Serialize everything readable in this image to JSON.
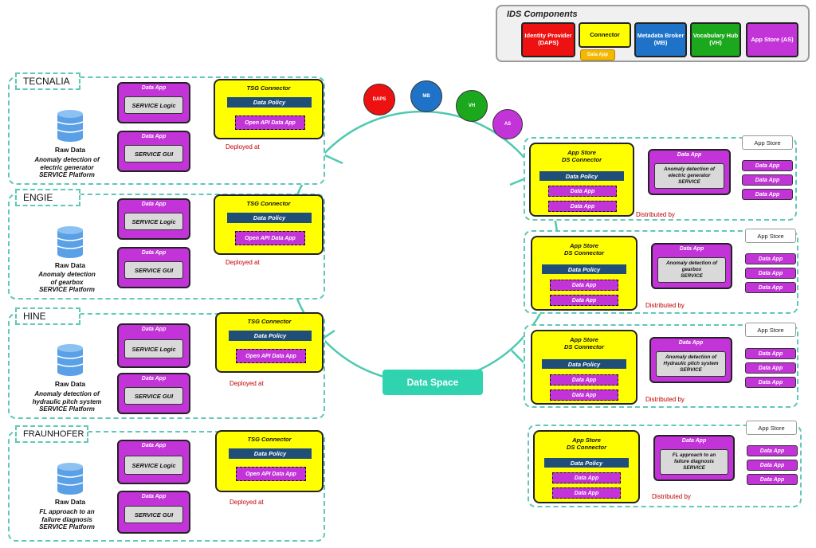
{
  "legend": {
    "title": "IDS Components",
    "items": [
      {
        "label": "Identity Provider (DAPS)",
        "color": "#ee1111"
      },
      {
        "label": "Connector",
        "color": "#ffff00"
      },
      {
        "label": "Metadata Broker (MB)",
        "color": "#1e73c8"
      },
      {
        "label": "Vocabulary Hub (VH)",
        "color": "#1ca81c"
      },
      {
        "label": "App Store (AS)",
        "color": "#c233d8"
      }
    ],
    "connector_sub": "Data App"
  },
  "data_space": {
    "label": "Data Space",
    "nodes": [
      {
        "label": "DAPS",
        "color": "#ee1111"
      },
      {
        "label": "MB",
        "color": "#1e73c8"
      },
      {
        "label": "VH",
        "color": "#1ca81c"
      },
      {
        "label": "AS",
        "color": "#c233d8"
      }
    ]
  },
  "common": {
    "data_app": "Data App",
    "service_logic": "SERVICE Logic",
    "service_gui": "SERVICE GUI",
    "tsg_connector": "TSG Connector",
    "data_policy": "Data Policy",
    "open_api_app": "Open API Data App",
    "raw_data": "Raw Data",
    "deployed_at": "Deployed at",
    "app_store": "App Store",
    "app_store_conn_1": "App Store",
    "app_store_conn_2": "DS Connector",
    "distributed_by": "Distributed by"
  },
  "providers": [
    {
      "org": "TECNALIA",
      "desc": [
        "Anomaly detection of",
        "electric generator",
        "SERVICE Platform"
      ]
    },
    {
      "org": "ENGIE",
      "desc": [
        "Anomaly detection",
        "of gearbox",
        "SERVICE Platform"
      ]
    },
    {
      "org": "HINE",
      "desc": [
        "Anomaly detection of",
        "hydraulic pitch system",
        "SERVICE Platform"
      ]
    },
    {
      "org": "FRAUNHOFER",
      "desc": [
        "FL approach to an",
        "failure diagnosis",
        "SERVICE Platform"
      ]
    }
  ],
  "stores": [
    {
      "service": [
        "Anomaly detection of",
        "electric generator",
        "SERVICE"
      ]
    },
    {
      "service": [
        "Anomaly detection of",
        "gearbox",
        "SERVICE"
      ]
    },
    {
      "service": [
        "Anomaly detection of",
        "Hydraulic pitch system",
        "SERVICE"
      ]
    },
    {
      "service": [
        "FL approach to an",
        "failure diagnosis",
        "SERVICE"
      ]
    }
  ]
}
